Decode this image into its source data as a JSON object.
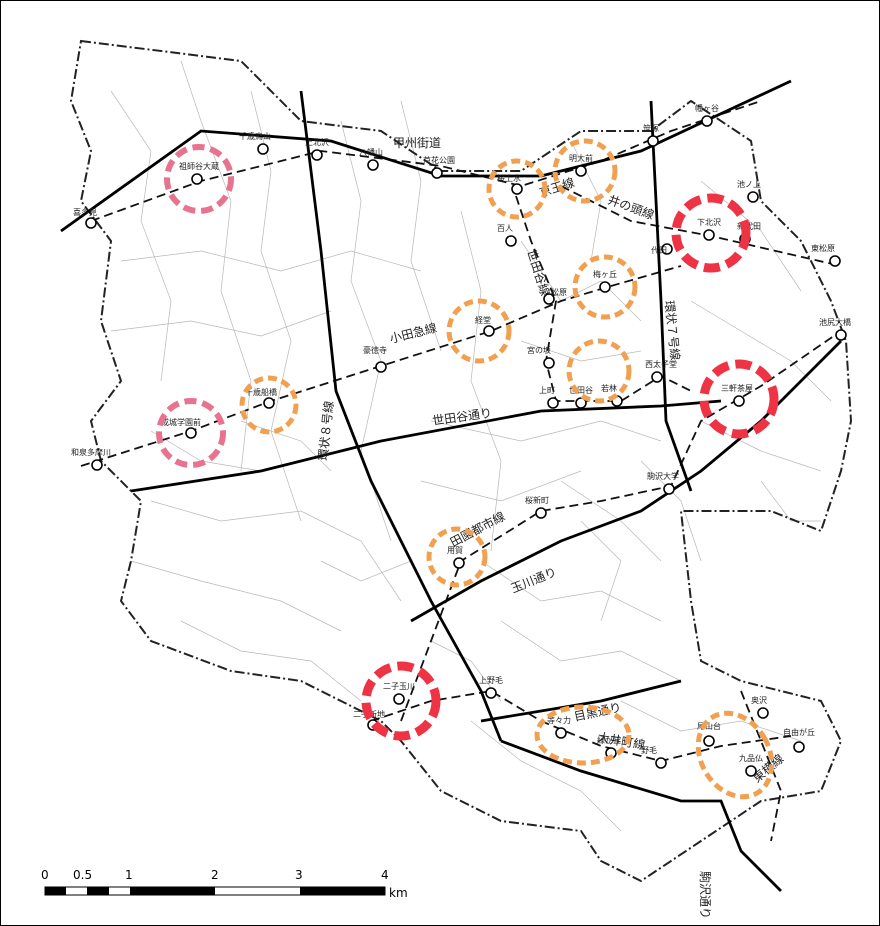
{
  "roads": [
    {
      "id": "koshu",
      "label": "甲州街道"
    },
    {
      "id": "kanjo8",
      "label": "環状８号線"
    },
    {
      "id": "kanjo7",
      "label": "環状７号線"
    },
    {
      "id": "setagaya",
      "label": "世田谷通り"
    },
    {
      "id": "tamagawa",
      "label": "玉川通り"
    },
    {
      "id": "meguro",
      "label": "目黒通り"
    },
    {
      "id": "komazawa",
      "label": "駒沢通り"
    }
  ],
  "lines": [
    {
      "id": "keio",
      "label": "京王線"
    },
    {
      "id": "inokashira",
      "label": "井の頭線"
    },
    {
      "id": "odakyu",
      "label": "小田急線"
    },
    {
      "id": "setagayasen",
      "label": "世田谷線"
    },
    {
      "id": "denentoshi",
      "label": "田園都市線"
    },
    {
      "id": "oimachi",
      "label": "大井町線"
    },
    {
      "id": "toyoko",
      "label": "東横線"
    }
  ],
  "stations": [
    {
      "id": "kitami",
      "label": "喜多見"
    },
    {
      "id": "soshigaya",
      "label": "祖師谷大蔵"
    },
    {
      "id": "seijo",
      "label": "成城学園前"
    },
    {
      "id": "chitose",
      "label": "千歳船橋"
    },
    {
      "id": "kyodo",
      "label": "経堂"
    },
    {
      "id": "umegaoka",
      "label": "梅ヶ丘"
    },
    {
      "id": "sangenjaya",
      "label": "三軒茶屋"
    },
    {
      "id": "shimokita",
      "label": "下北沢"
    },
    {
      "id": "meidaimae",
      "label": "明大前"
    },
    {
      "id": "sakurajosui",
      "label": "桜上水"
    },
    {
      "id": "chitosekarasuyama",
      "label": "千歳烏山"
    },
    {
      "id": "futakotamagawa",
      "label": "二子玉川"
    },
    {
      "id": "jiyugaoka",
      "label": "自由が丘"
    },
    {
      "id": "yoga",
      "label": "用賀"
    },
    {
      "id": "sakurashinmachi",
      "label": "桜新町"
    },
    {
      "id": "komazawa_daigaku",
      "label": "駒沢大学"
    },
    {
      "id": "kaminoge",
      "label": "上野毛"
    },
    {
      "id": "todoroki",
      "label": "等々力"
    },
    {
      "id": "oyamadai",
      "label": "尾山台"
    },
    {
      "id": "kuhonbutsu",
      "label": "九品仏"
    },
    {
      "id": "kyuden",
      "label": "宮の坂"
    },
    {
      "id": "kamimachi",
      "label": "上町"
    },
    {
      "id": "setagaya_st",
      "label": "世田谷"
    },
    {
      "id": "wakabayashi",
      "label": "若林"
    },
    {
      "id": "nishitaishido",
      "label": "西太子堂"
    },
    {
      "id": "ikejiriohashi",
      "label": "池尻大橋"
    },
    {
      "id": "okusawa",
      "label": "奥沢"
    },
    {
      "id": "daita",
      "label": "代田"
    },
    {
      "id": "hatagaya",
      "label": "幡ヶ谷"
    },
    {
      "id": "sasazuka",
      "label": "笹塚"
    },
    {
      "id": "shindaita",
      "label": "新代田"
    },
    {
      "id": "ikenoue",
      "label": "池ノ上"
    },
    {
      "id": "higashimatsubara",
      "label": "東松原"
    },
    {
      "id": "hachimanyama",
      "label": "八幡山"
    },
    {
      "id": "roka",
      "label": "芦花公園"
    },
    {
      "id": "kamikitazawa",
      "label": "上北沢"
    },
    {
      "id": "izumitamagawa",
      "label": "和泉多摩川"
    },
    {
      "id": "gotokuji",
      "label": "豪徳寺"
    },
    {
      "id": "matsubara",
      "label": "松原"
    },
    {
      "id": "futakoshinchi",
      "label": "二子新地"
    },
    {
      "id": "kaminoge2",
      "label": "野毛"
    },
    {
      "id": "midorigaoka",
      "label": "緑が丘"
    },
    {
      "id": "hyakunin",
      "label": "百人"
    }
  ],
  "scale": {
    "ticks": [
      "0",
      "0.5",
      "1",
      "2",
      "3",
      "4"
    ],
    "unit": "km"
  }
}
